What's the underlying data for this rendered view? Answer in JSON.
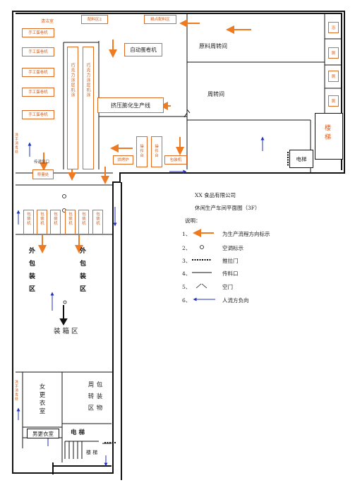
{
  "rooms": {
    "cleaning": "清洁室",
    "ingredient2": "配料区2",
    "cake_ingredient": "糕点配料区",
    "auto_roll": "自动蛋卷机",
    "raw_transfer": "原料周转间",
    "weekly_transfer": "周转间",
    "extrusion_line": "挤压膨化生产线",
    "chocolate_coat1": "巧克力涂层机涂",
    "chocolate_coat2": "巧克力涂层机涂",
    "hand_roll": [
      "手工蛋卷机",
      "手工蛋卷机",
      "手工蛋卷机",
      "手工蛋卷机",
      "手工蛋卷机"
    ],
    "sanitize_left": "洗手消毒处",
    "transfer_port": "传递窗口",
    "weighing": "称量处",
    "baking": "烘烤炉",
    "operate1": "操作台",
    "operate2": "操作台",
    "packer": "包装机",
    "pack_machines": [
      "包装机",
      "包装机",
      "包装机",
      "包装机",
      "包装机",
      "包装机"
    ],
    "outer_pack_left": "外包装区",
    "outer_pack_right": "外包装区",
    "boxing": "装 箱 区",
    "stairs_right": "楼梯",
    "elevator_right": "电梯",
    "right_small": [
      "浴",
      "厕",
      "厕"
    ],
    "sanitize_bottom": "洗手消毒处",
    "female_change": "女更衣室",
    "male_change": "男更衣室",
    "pack_transfer": "包装物周转区",
    "elevator_bottom": "电 梯",
    "stairs_bottom": "楼 梯"
  },
  "legend": {
    "company": "XX 食品有限公司",
    "subtitle": "休闲生产车间平面图（3F）",
    "note": "说明：",
    "items": [
      {
        "num": "1、",
        "text": "为生产流程方向标示"
      },
      {
        "num": "2、",
        "text": "空调标示"
      },
      {
        "num": "3、",
        "text": "推拉门"
      },
      {
        "num": "4、",
        "text": "传料口"
      },
      {
        "num": "5、",
        "text": "空门"
      },
      {
        "num": "6、",
        "text": "人流方负向"
      }
    ]
  },
  "colors": {
    "wall": "#111111",
    "flow_arrow": "#ee7a22",
    "people_arrow": "#2233bb",
    "label": "#e05a10"
  }
}
